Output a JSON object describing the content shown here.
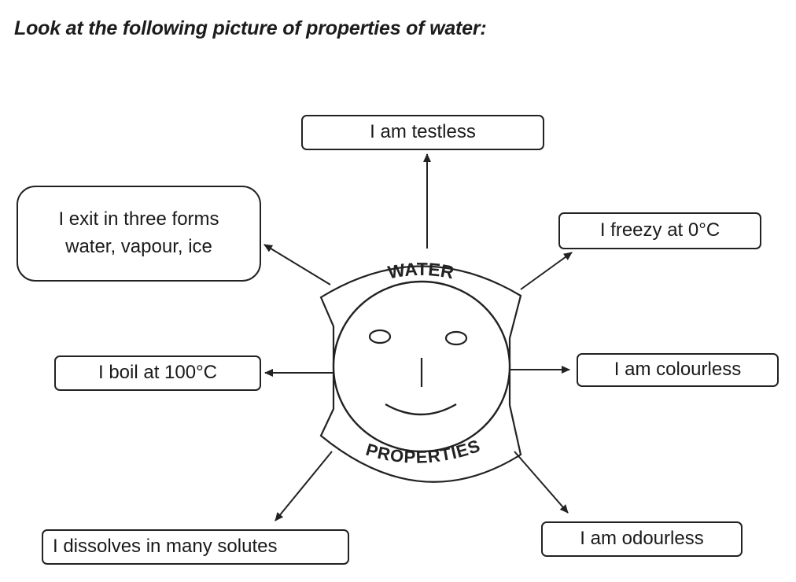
{
  "heading": "Look at the following picture of properties of water:",
  "center": {
    "top_label": "WATER",
    "bottom_label": "PROPERTIES"
  },
  "properties": {
    "top": "I am testless",
    "top_left_line1": "I exit in three forms",
    "top_left_line2": "water, vapour, ice",
    "top_right": "I freezy at 0°C",
    "left": "I boil at 100°C",
    "right": "I am colourless",
    "bottom_left": "I dissolves in many solutes",
    "bottom_right": "I am odourless"
  },
  "colors": {
    "ink": "#222222",
    "background": "#ffffff"
  }
}
